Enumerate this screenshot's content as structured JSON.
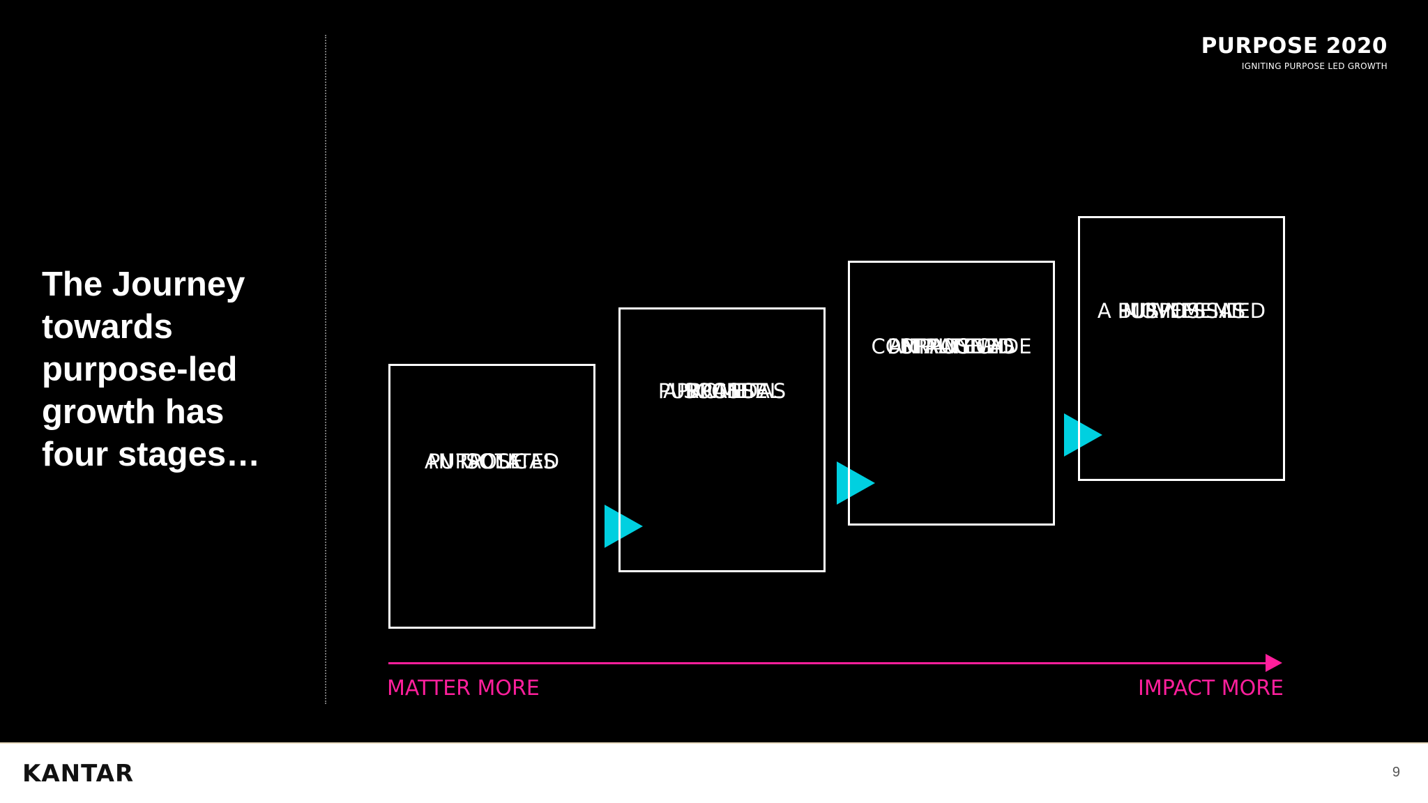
{
  "brand": {
    "title": "PURPOSE 2020",
    "subtitle": "IGNITING PURPOSE LED GROWTH"
  },
  "headline": [
    "The Journey",
    "towards",
    "purpose-led",
    "growth has",
    "four stages…"
  ],
  "stages": [
    {
      "lines": [
        "PURPOSE AS",
        "AN ISOLATED",
        "TACTIC"
      ]
    },
    {
      "lines": [
        "PURPOSE AS",
        "A SOCIETAL",
        "BRAND",
        "PROMISE"
      ]
    },
    {
      "lines": [
        "PURPOSE AS",
        "AN ALIGNED",
        "COMPANY WIDE",
        "STRATEGY"
      ]
    },
    {
      "lines": [
        "PURPOSE AS",
        "A BUSINESS-LED",
        "MOVEMENT"
      ]
    }
  ],
  "axis": {
    "start_label": "MATTER MORE",
    "end_label": "IMPACT MORE"
  },
  "footer": {
    "logo": "KANTAR",
    "page_number": "9"
  },
  "colors": {
    "background": "#000000",
    "arrow": "#00d0e0",
    "axis": "#ff1f9c",
    "text": "#ffffff"
  }
}
